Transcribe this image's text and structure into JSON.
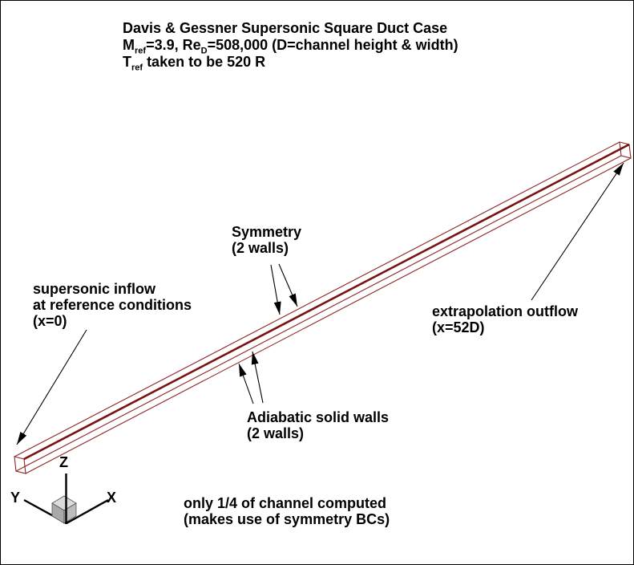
{
  "title": {
    "line1": "Davis & Gessner Supersonic Square Duct Case",
    "line2": {
      "pre": "M",
      "sub1": "ref",
      "mid": "=3.9, Re",
      "sub2": "D",
      "post": "=508,000 (D=channel height & width)"
    },
    "line3": {
      "pre": "T",
      "sub1": "ref",
      "post": " taken to be 520 R"
    }
  },
  "labels": {
    "symmetry": {
      "line1": "Symmetry",
      "line2": "(2 walls)"
    },
    "inflow": {
      "line1": "supersonic inflow",
      "line2": "at reference conditions",
      "line3": "(x=0)"
    },
    "outflow": {
      "line1": "extrapolation outflow",
      "line2": "(x=52D)"
    },
    "adiabatic": {
      "line1": "Adiabatic solid walls",
      "line2": "(2 walls)"
    },
    "note": {
      "line1": "only 1/4 of channel computed",
      "line2": "(makes use of symmetry BCs)"
    }
  },
  "axes": {
    "x": "X",
    "y": "Y",
    "z": "Z"
  },
  "colors": {
    "duct_line": "#8f2424",
    "duct_thick": "#7a1212",
    "arrow": "#000000",
    "cube_top": "#dcdcdc",
    "cube_left": "#a9a9a9",
    "cube_right": "#bdbdbd"
  }
}
